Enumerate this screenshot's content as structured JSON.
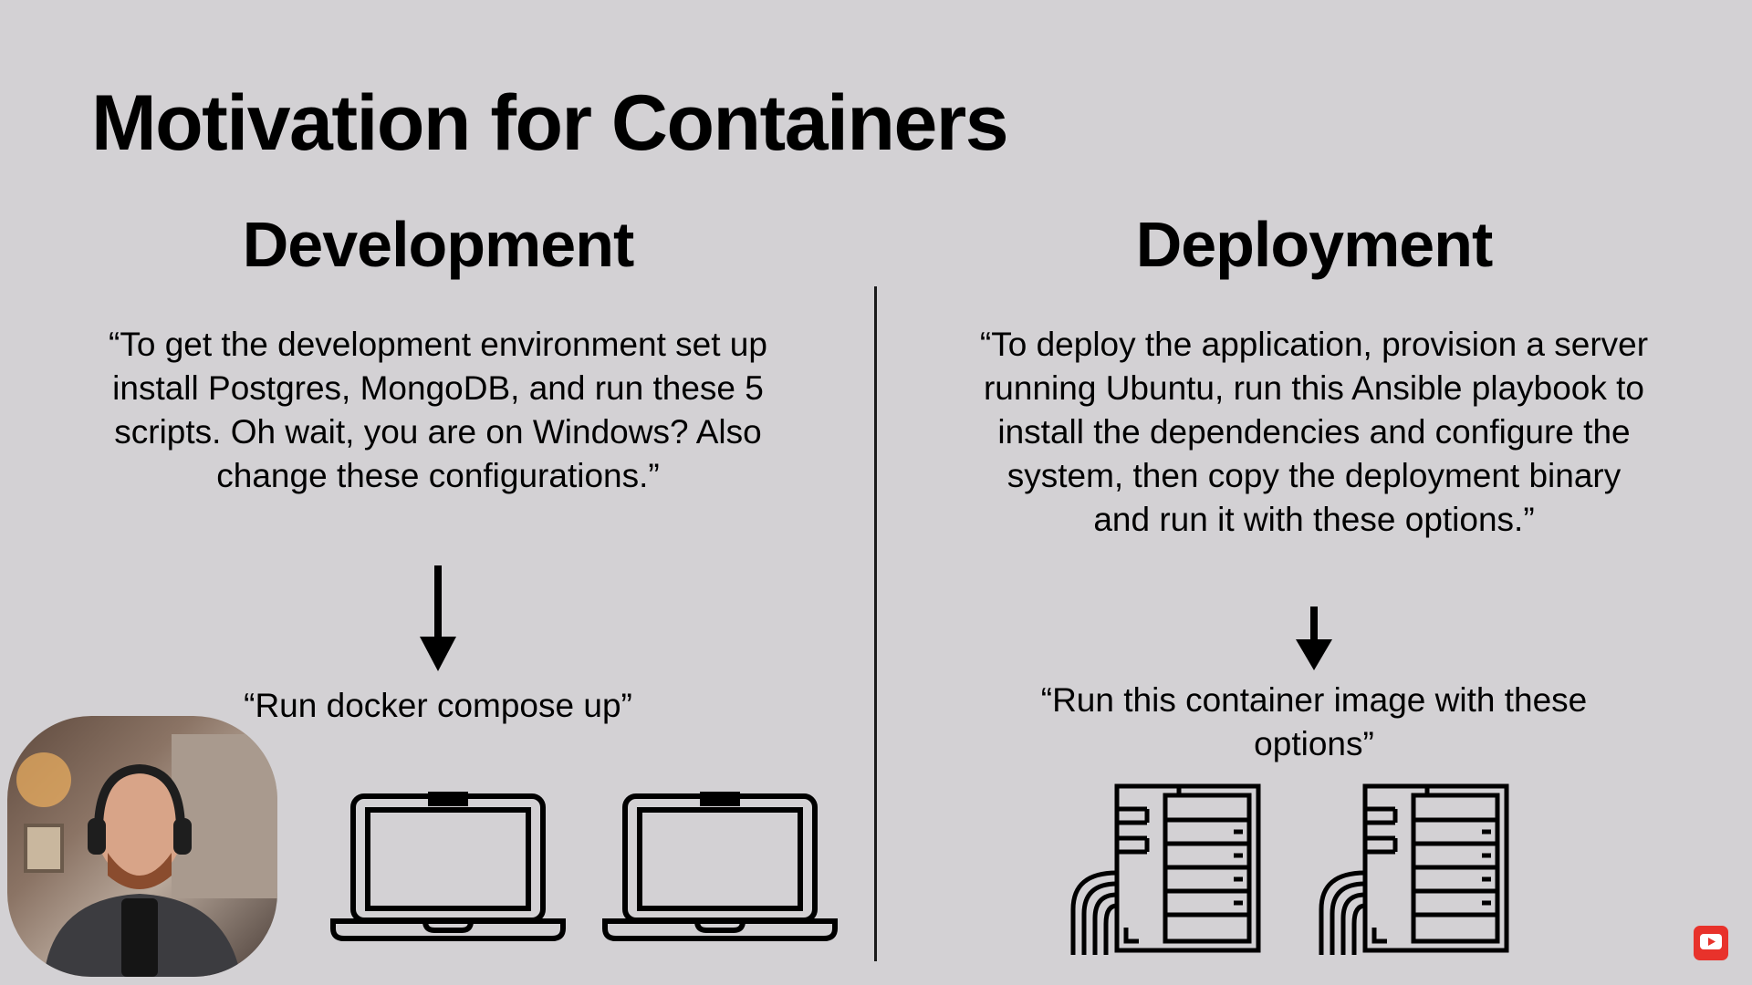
{
  "slide": {
    "title": "Motivation for Containers"
  },
  "development": {
    "heading": "Development",
    "quote": "“To get the development environment set up install Postgres, MongoDB, and run these 5 scripts. Oh wait, you are on Windows? Also change these configurations.”",
    "result": "“Run docker compose up”"
  },
  "deployment": {
    "heading": "Deployment",
    "quote": "“To deploy the application, provision a server running Ubuntu, run this Ansible playbook to install the dependencies and configure the system, then copy the deployment binary and run it with these options.”",
    "result": "“Run this container image with these options”"
  },
  "icons": {
    "arrow": "down-arrow-icon",
    "laptop": "laptop-icon",
    "server": "server-icon",
    "subscribe": "youtube-subscribe-icon"
  },
  "colors": {
    "background": "#d3d1d4",
    "text": "#000000",
    "subscribe": "#e8322b"
  }
}
